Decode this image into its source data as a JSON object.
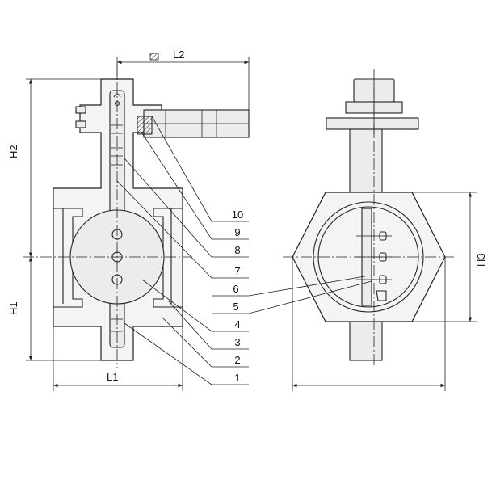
{
  "dimensions": {
    "l1": "L1",
    "l2": "L2",
    "h1": "H1",
    "h2": "H2",
    "h3": "H3"
  },
  "callouts": [
    "1",
    "2",
    "3",
    "4",
    "5",
    "6",
    "7",
    "8",
    "9",
    "10"
  ]
}
